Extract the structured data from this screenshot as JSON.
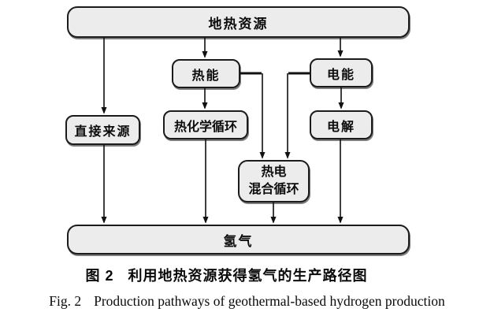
{
  "diagram": {
    "nodes": {
      "geothermal": "地热资源",
      "thermal": "热能",
      "electric": "电能",
      "direct": "直接来源",
      "thermochemical": "热化学循环",
      "electrolysis": "电解",
      "hybrid_line1": "热电",
      "hybrid_line2": "混合循环",
      "hydrogen": "氢气"
    }
  },
  "caption": {
    "zh_number": "图 2",
    "zh_title": "利用地热资源获得氢气的生产路径图",
    "en_number": "Fig. 2",
    "en_title": "Production pathways of geothermal-based hydrogen production"
  },
  "colors": {
    "box_fill": "#ececec",
    "box_border": "#1b1b1b",
    "line": "#3f3f3f",
    "arrow": "#111111",
    "background": "#ffffff"
  }
}
